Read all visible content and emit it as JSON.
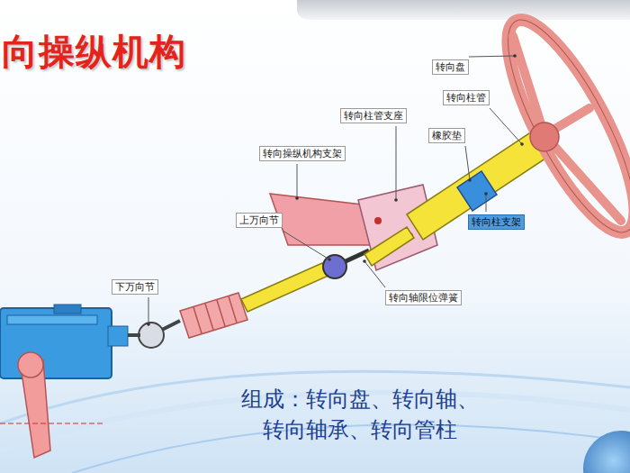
{
  "diagram": {
    "title": "向操纵机构",
    "caption": "组成：转向盘、转向轴、 转向轴承、转向管柱",
    "labels": [
      "转向盘",
      "转向柱管",
      "转向柱管支座",
      "橡胶垫",
      "转向操纵机构支架",
      "转向柱支架",
      "上万向节",
      "转向轴限位弹簧",
      "下万向节"
    ]
  }
}
